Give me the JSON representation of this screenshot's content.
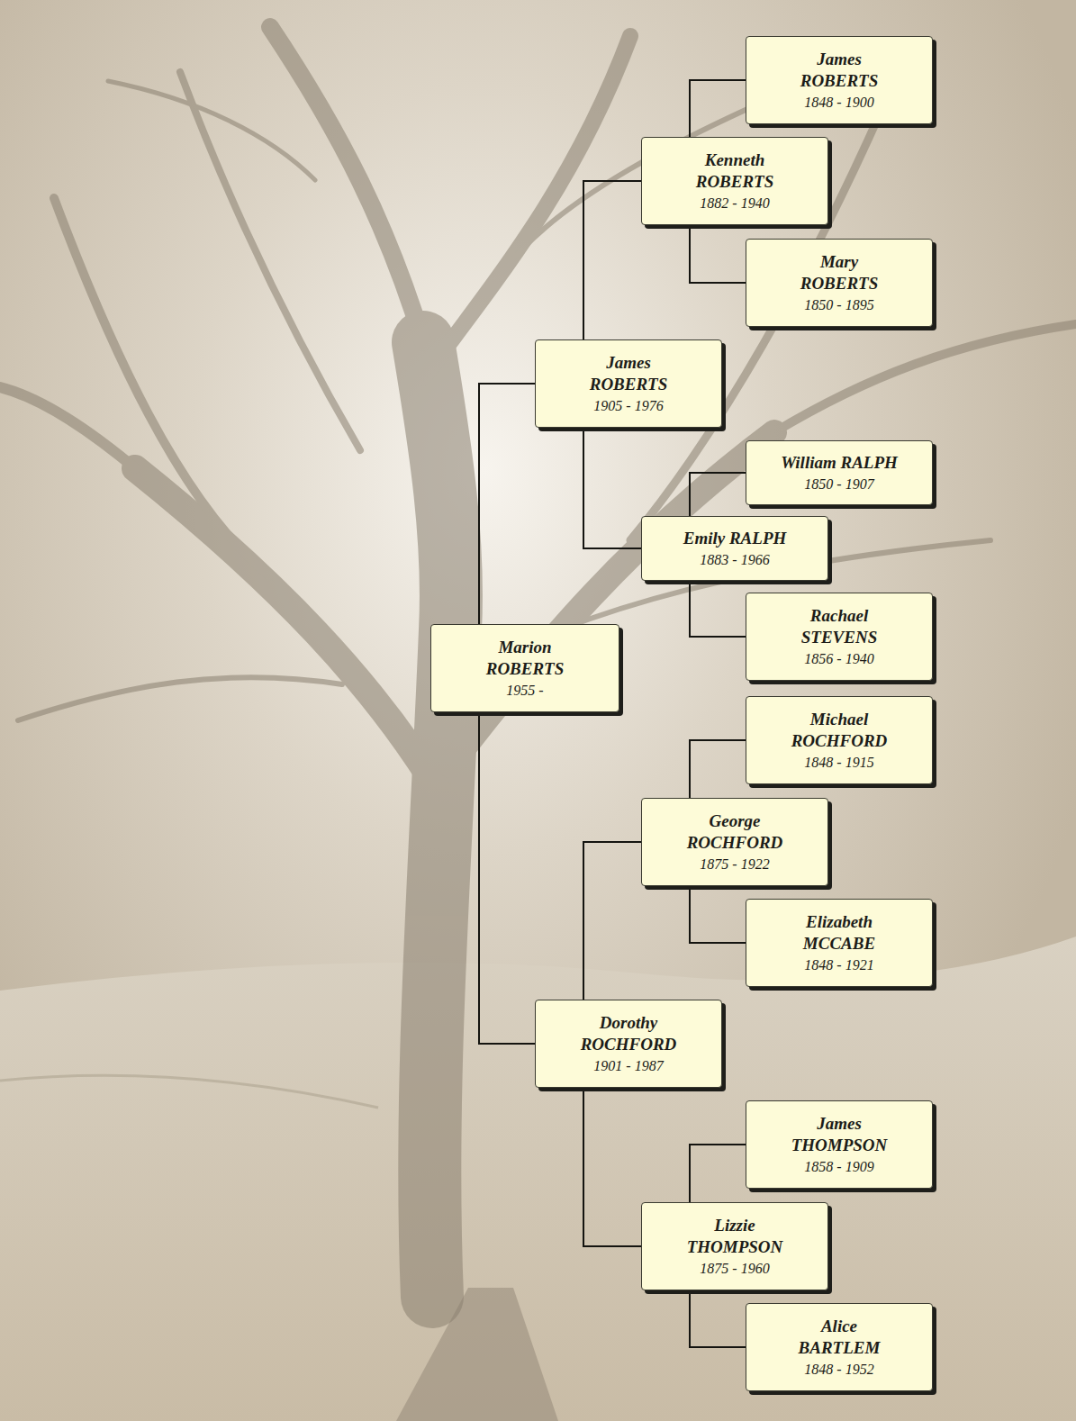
{
  "diagram": {
    "nodes": [
      {
        "text": [
          "James ROBERTS",
          "1848 - 1900"
        ]
      },
      {
        "text": [
          "Kenneth ROBERTS",
          "1882 - 1940"
        ]
      },
      {
        "text": [
          "Mary ROBERTS",
          "1850 - 1895"
        ]
      },
      {
        "text": [
          "James ROBERTS",
          "1905 - 1976"
        ]
      },
      {
        "text": [
          "William RALPH",
          "1850 - 1907"
        ]
      },
      {
        "text": [
          "Emily RALPH",
          "1883 - 1966"
        ]
      },
      {
        "text": [
          "Rachael STEVENS",
          "1856 - 1940"
        ]
      },
      {
        "text": [
          "Marion ROBERTS",
          "1955 -"
        ]
      },
      {
        "text": [
          "Michael ROCHFORD",
          "1848 - 1915"
        ]
      },
      {
        "text": [
          "George ROCHFORD",
          "1875 - 1922"
        ]
      },
      {
        "text": [
          "Elizabeth MCCABE",
          "1848 - 1921"
        ]
      },
      {
        "text": [
          "Dorothy ROCHFORD",
          "1901 - 1987"
        ]
      },
      {
        "text": [
          "James THOMPSON",
          "1858 - 1909"
        ]
      },
      {
        "text": [
          "Lizzie THOMPSON",
          "1875 - 1960"
        ]
      },
      {
        "text": [
          "Alice BARTLEM",
          "1848 - 1952"
        ]
      }
    ],
    "edges": [
      {
        "from": 1,
        "to": 0,
        "arrow": "none"
      },
      {
        "from": 1,
        "to": 2,
        "arrow": "none"
      },
      {
        "from": 3,
        "to": 1,
        "arrow": "none"
      },
      {
        "from": 3,
        "to": 5,
        "arrow": "none"
      },
      {
        "from": 5,
        "to": 4,
        "arrow": "none"
      },
      {
        "from": 5,
        "to": 6,
        "arrow": "none"
      },
      {
        "from": 7,
        "to": 3,
        "arrow": "none"
      },
      {
        "from": 7,
        "to": 11,
        "arrow": "none"
      },
      {
        "from": 11,
        "to": 9,
        "arrow": "none"
      },
      {
        "from": 11,
        "to": 13,
        "arrow": "none"
      },
      {
        "from": 9,
        "to": 8,
        "arrow": "none"
      },
      {
        "from": 9,
        "to": 10,
        "arrow": "none"
      },
      {
        "from": 13,
        "to": 12,
        "arrow": "none"
      },
      {
        "from": 13,
        "to": 14,
        "arrow": "none"
      }
    ]
  }
}
